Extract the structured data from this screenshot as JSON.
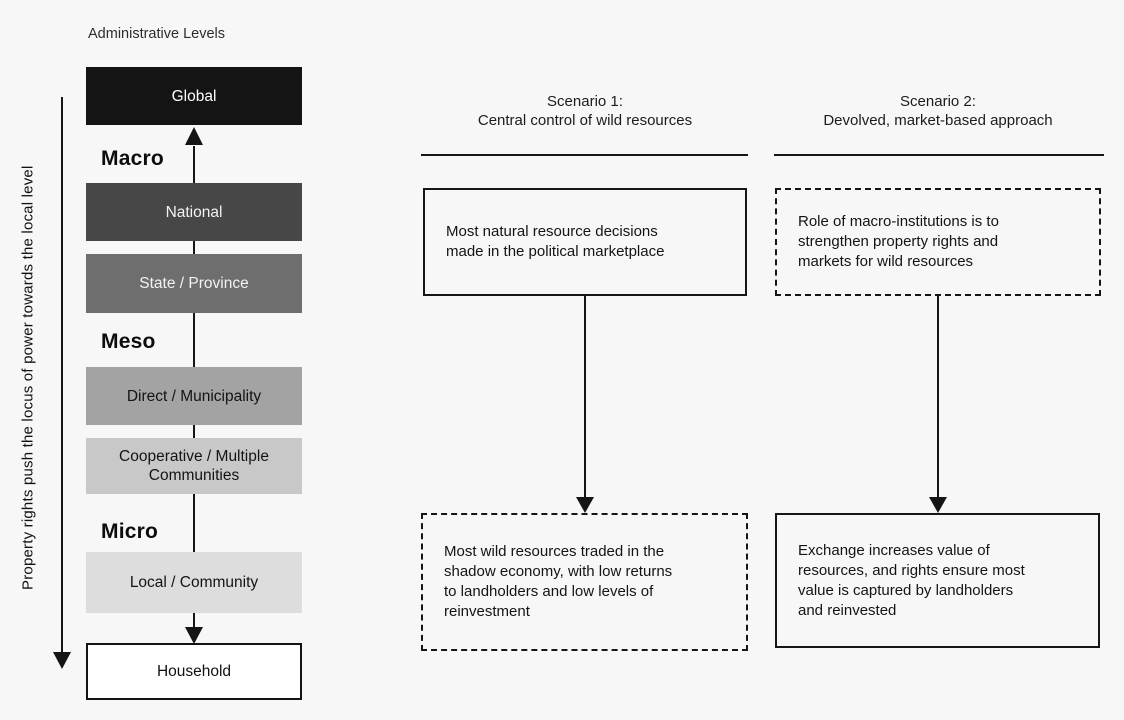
{
  "palette": {
    "ink": "#161616",
    "background": "#f7f7f7",
    "level_colors": [
      "#141414",
      "#474747",
      "#6e6e6e",
      "#a3a3a3",
      "#c8c8c8",
      "#dddddd",
      "#ffffff"
    ]
  },
  "hierarchy": {
    "title": "Administrative Levels",
    "axis_label": "Property rights push the locus of power towards the local level",
    "levels": [
      {
        "label": "Global",
        "bg": "#141414",
        "fg": "#ffffff"
      },
      {
        "label": "National",
        "bg": "#474747",
        "fg": "#f2f2f2"
      },
      {
        "label": "State / Province",
        "bg": "#6e6e6e",
        "fg": "#f2f2f2"
      },
      {
        "label": "Direct / Municipality",
        "bg": "#a3a3a3",
        "fg": "#141414"
      },
      {
        "label": "Cooperative / Multiple\nCommunities",
        "bg": "#c8c8c8",
        "fg": "#141414"
      },
      {
        "label": "Local / Community",
        "bg": "#dddddd",
        "fg": "#141414"
      },
      {
        "label": "Household",
        "bg": "#ffffff",
        "fg": "#111111"
      }
    ],
    "group_labels": {
      "macro": "Macro",
      "meso": "Meso",
      "micro": "Micro"
    }
  },
  "scenarios": [
    {
      "heading": "Scenario 1:\nCentral control of wild resources",
      "top_box": {
        "style": "solid",
        "text": "Most natural resource decisions\nmade in the political marketplace"
      },
      "bottom_box": {
        "style": "dashed",
        "text": "Most wild resources traded in the\nshadow economy, with low returns\nto landholders and low levels of\nreinvestment"
      }
    },
    {
      "heading": "Scenario 2:\nDevolved, market-based approach",
      "top_box": {
        "style": "dashed",
        "text": "Role of macro-institutions is to\nstrengthen property rights and\nmarkets for wild resources"
      },
      "bottom_box": {
        "style": "solid",
        "text": "Exchange increases value of\nresources, and rights ensure most\nvalue is captured by landholders\nand reinvested"
      }
    }
  ]
}
